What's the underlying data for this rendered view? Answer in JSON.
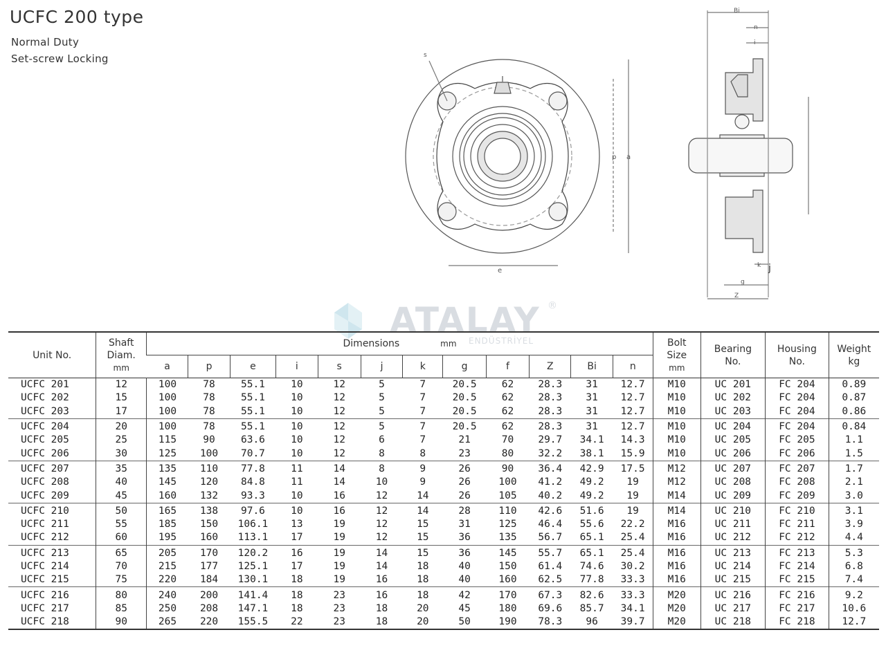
{
  "header": {
    "title": "UCFC 200 type",
    "line1": "Normal Duty",
    "line2": "Set-screw Locking"
  },
  "drawing": {
    "front_labels": {
      "s": "s",
      "p": "p",
      "a": "a",
      "e": "e"
    },
    "side_labels": {
      "bi": "Bi",
      "n": "n",
      "i": "i",
      "k": "k",
      "j": "j",
      "g": "g",
      "z": "Z"
    }
  },
  "watermark": {
    "brand": "ATALAY",
    "tagline": "ENDÜSTRİYEL",
    "reg": "®"
  },
  "table": {
    "headers": {
      "unit": "Unit No.",
      "shaft": [
        "Shaft",
        "Diam.",
        "mm"
      ],
      "dimensions": "Dimensions",
      "dim_unit": "mm",
      "bolt": [
        "Bolt",
        "Size",
        "mm"
      ],
      "bearing": [
        "Bearing",
        "No."
      ],
      "housing": [
        "Housing",
        "No."
      ],
      "weight": [
        "Weight",
        "kg"
      ],
      "dims": [
        "a",
        "p",
        "e",
        "i",
        "s",
        "j",
        "k",
        "g",
        "f",
        "Z",
        "Bi",
        "n"
      ]
    },
    "rows": [
      [
        "UCFC 201",
        "12",
        "100",
        "78",
        "55.1",
        "10",
        "12",
        "5",
        "7",
        "20.5",
        "62",
        "28.3",
        "31",
        "12.7",
        "M10",
        "UC 201",
        "FC 204",
        "0.89"
      ],
      [
        "UCFC 202",
        "15",
        "100",
        "78",
        "55.1",
        "10",
        "12",
        "5",
        "7",
        "20.5",
        "62",
        "28.3",
        "31",
        "12.7",
        "M10",
        "UC 202",
        "FC 204",
        "0.87"
      ],
      [
        "UCFC 203",
        "17",
        "100",
        "78",
        "55.1",
        "10",
        "12",
        "5",
        "7",
        "20.5",
        "62",
        "28.3",
        "31",
        "12.7",
        "M10",
        "UC 203",
        "FC 204",
        "0.86"
      ],
      [
        "UCFC 204",
        "20",
        "100",
        "78",
        "55.1",
        "10",
        "12",
        "5",
        "7",
        "20.5",
        "62",
        "28.3",
        "31",
        "12.7",
        "M10",
        "UC 204",
        "FC 204",
        "0.84"
      ],
      [
        "UCFC 205",
        "25",
        "115",
        "90",
        "63.6",
        "10",
        "12",
        "6",
        "7",
        "21",
        "70",
        "29.7",
        "34.1",
        "14.3",
        "M10",
        "UC 205",
        "FC 205",
        "1.1"
      ],
      [
        "UCFC 206",
        "30",
        "125",
        "100",
        "70.7",
        "10",
        "12",
        "8",
        "8",
        "23",
        "80",
        "32.2",
        "38.1",
        "15.9",
        "M10",
        "UC 206",
        "FC 206",
        "1.5"
      ],
      [
        "UCFC 207",
        "35",
        "135",
        "110",
        "77.8",
        "11",
        "14",
        "8",
        "9",
        "26",
        "90",
        "36.4",
        "42.9",
        "17.5",
        "M12",
        "UC 207",
        "FC 207",
        "1.7"
      ],
      [
        "UCFC 208",
        "40",
        "145",
        "120",
        "84.8",
        "11",
        "14",
        "10",
        "9",
        "26",
        "100",
        "41.2",
        "49.2",
        "19",
        "M12",
        "UC 208",
        "FC 208",
        "2.1"
      ],
      [
        "UCFC 209",
        "45",
        "160",
        "132",
        "93.3",
        "10",
        "16",
        "12",
        "14",
        "26",
        "105",
        "40.2",
        "49.2",
        "19",
        "M14",
        "UC 209",
        "FC 209",
        "3.0"
      ],
      [
        "UCFC 210",
        "50",
        "165",
        "138",
        "97.6",
        "10",
        "16",
        "12",
        "14",
        "28",
        "110",
        "42.6",
        "51.6",
        "19",
        "M14",
        "UC 210",
        "FC 210",
        "3.1"
      ],
      [
        "UCFC 211",
        "55",
        "185",
        "150",
        "106.1",
        "13",
        "19",
        "12",
        "15",
        "31",
        "125",
        "46.4",
        "55.6",
        "22.2",
        "M16",
        "UC 211",
        "FC 211",
        "3.9"
      ],
      [
        "UCFC 212",
        "60",
        "195",
        "160",
        "113.1",
        "17",
        "19",
        "12",
        "15",
        "36",
        "135",
        "56.7",
        "65.1",
        "25.4",
        "M16",
        "UC 212",
        "FC 212",
        "4.4"
      ],
      [
        "UCFC 213",
        "65",
        "205",
        "170",
        "120.2",
        "16",
        "19",
        "14",
        "15",
        "36",
        "145",
        "55.7",
        "65.1",
        "25.4",
        "M16",
        "UC 213",
        "FC 213",
        "5.3"
      ],
      [
        "UCFC 214",
        "70",
        "215",
        "177",
        "125.1",
        "17",
        "19",
        "14",
        "18",
        "40",
        "150",
        "61.4",
        "74.6",
        "30.2",
        "M16",
        "UC 214",
        "FC 214",
        "6.8"
      ],
      [
        "UCFC 215",
        "75",
        "220",
        "184",
        "130.1",
        "18",
        "19",
        "16",
        "18",
        "40",
        "160",
        "62.5",
        "77.8",
        "33.3",
        "M16",
        "UC 215",
        "FC 215",
        "7.4"
      ],
      [
        "UCFC 216",
        "80",
        "240",
        "200",
        "141.4",
        "18",
        "23",
        "16",
        "18",
        "42",
        "170",
        "67.3",
        "82.6",
        "33.3",
        "M20",
        "UC 216",
        "FC 216",
        "9.2"
      ],
      [
        "UCFC 217",
        "85",
        "250",
        "208",
        "147.1",
        "18",
        "23",
        "18",
        "20",
        "45",
        "180",
        "69.6",
        "85.7",
        "34.1",
        "M20",
        "UC 217",
        "FC 217",
        "10.6"
      ],
      [
        "UCFC 218",
        "90",
        "265",
        "220",
        "155.5",
        "22",
        "23",
        "18",
        "20",
        "50",
        "190",
        "78.3",
        "96",
        "39.7",
        "M20",
        "UC 218",
        "FC 218",
        "12.7"
      ]
    ]
  }
}
